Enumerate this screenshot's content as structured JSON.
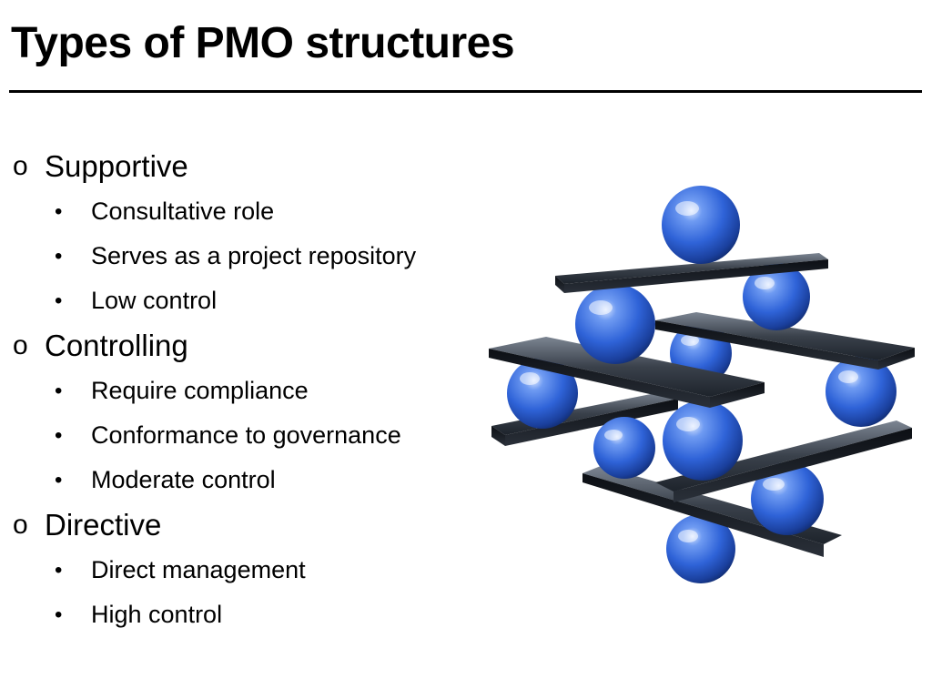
{
  "slide": {
    "title": "Types of PMO structures",
    "sections": [
      {
        "marker": "o",
        "label": "Supportive",
        "items": [
          {
            "marker": "•",
            "label": "Consultative role"
          },
          {
            "marker": "•",
            "label": "Serves as a project repository"
          },
          {
            "marker": "•",
            "label": "Low control"
          }
        ]
      },
      {
        "marker": "o",
        "label": "Controlling",
        "items": [
          {
            "marker": "•",
            "label": "Require compliance"
          },
          {
            "marker": "•",
            "label": "Conformance to governance"
          },
          {
            "marker": "•",
            "label": "Moderate control"
          }
        ]
      },
      {
        "marker": "o",
        "label": "Directive",
        "items": [
          {
            "marker": "•",
            "label": "Direct management"
          },
          {
            "marker": "•",
            "label": "High control"
          }
        ]
      }
    ],
    "illustration": {
      "icon": "balanced-spheres-and-planks-icon",
      "sphere_color": "#2f63d8",
      "plank_color": "#1d232b"
    }
  }
}
